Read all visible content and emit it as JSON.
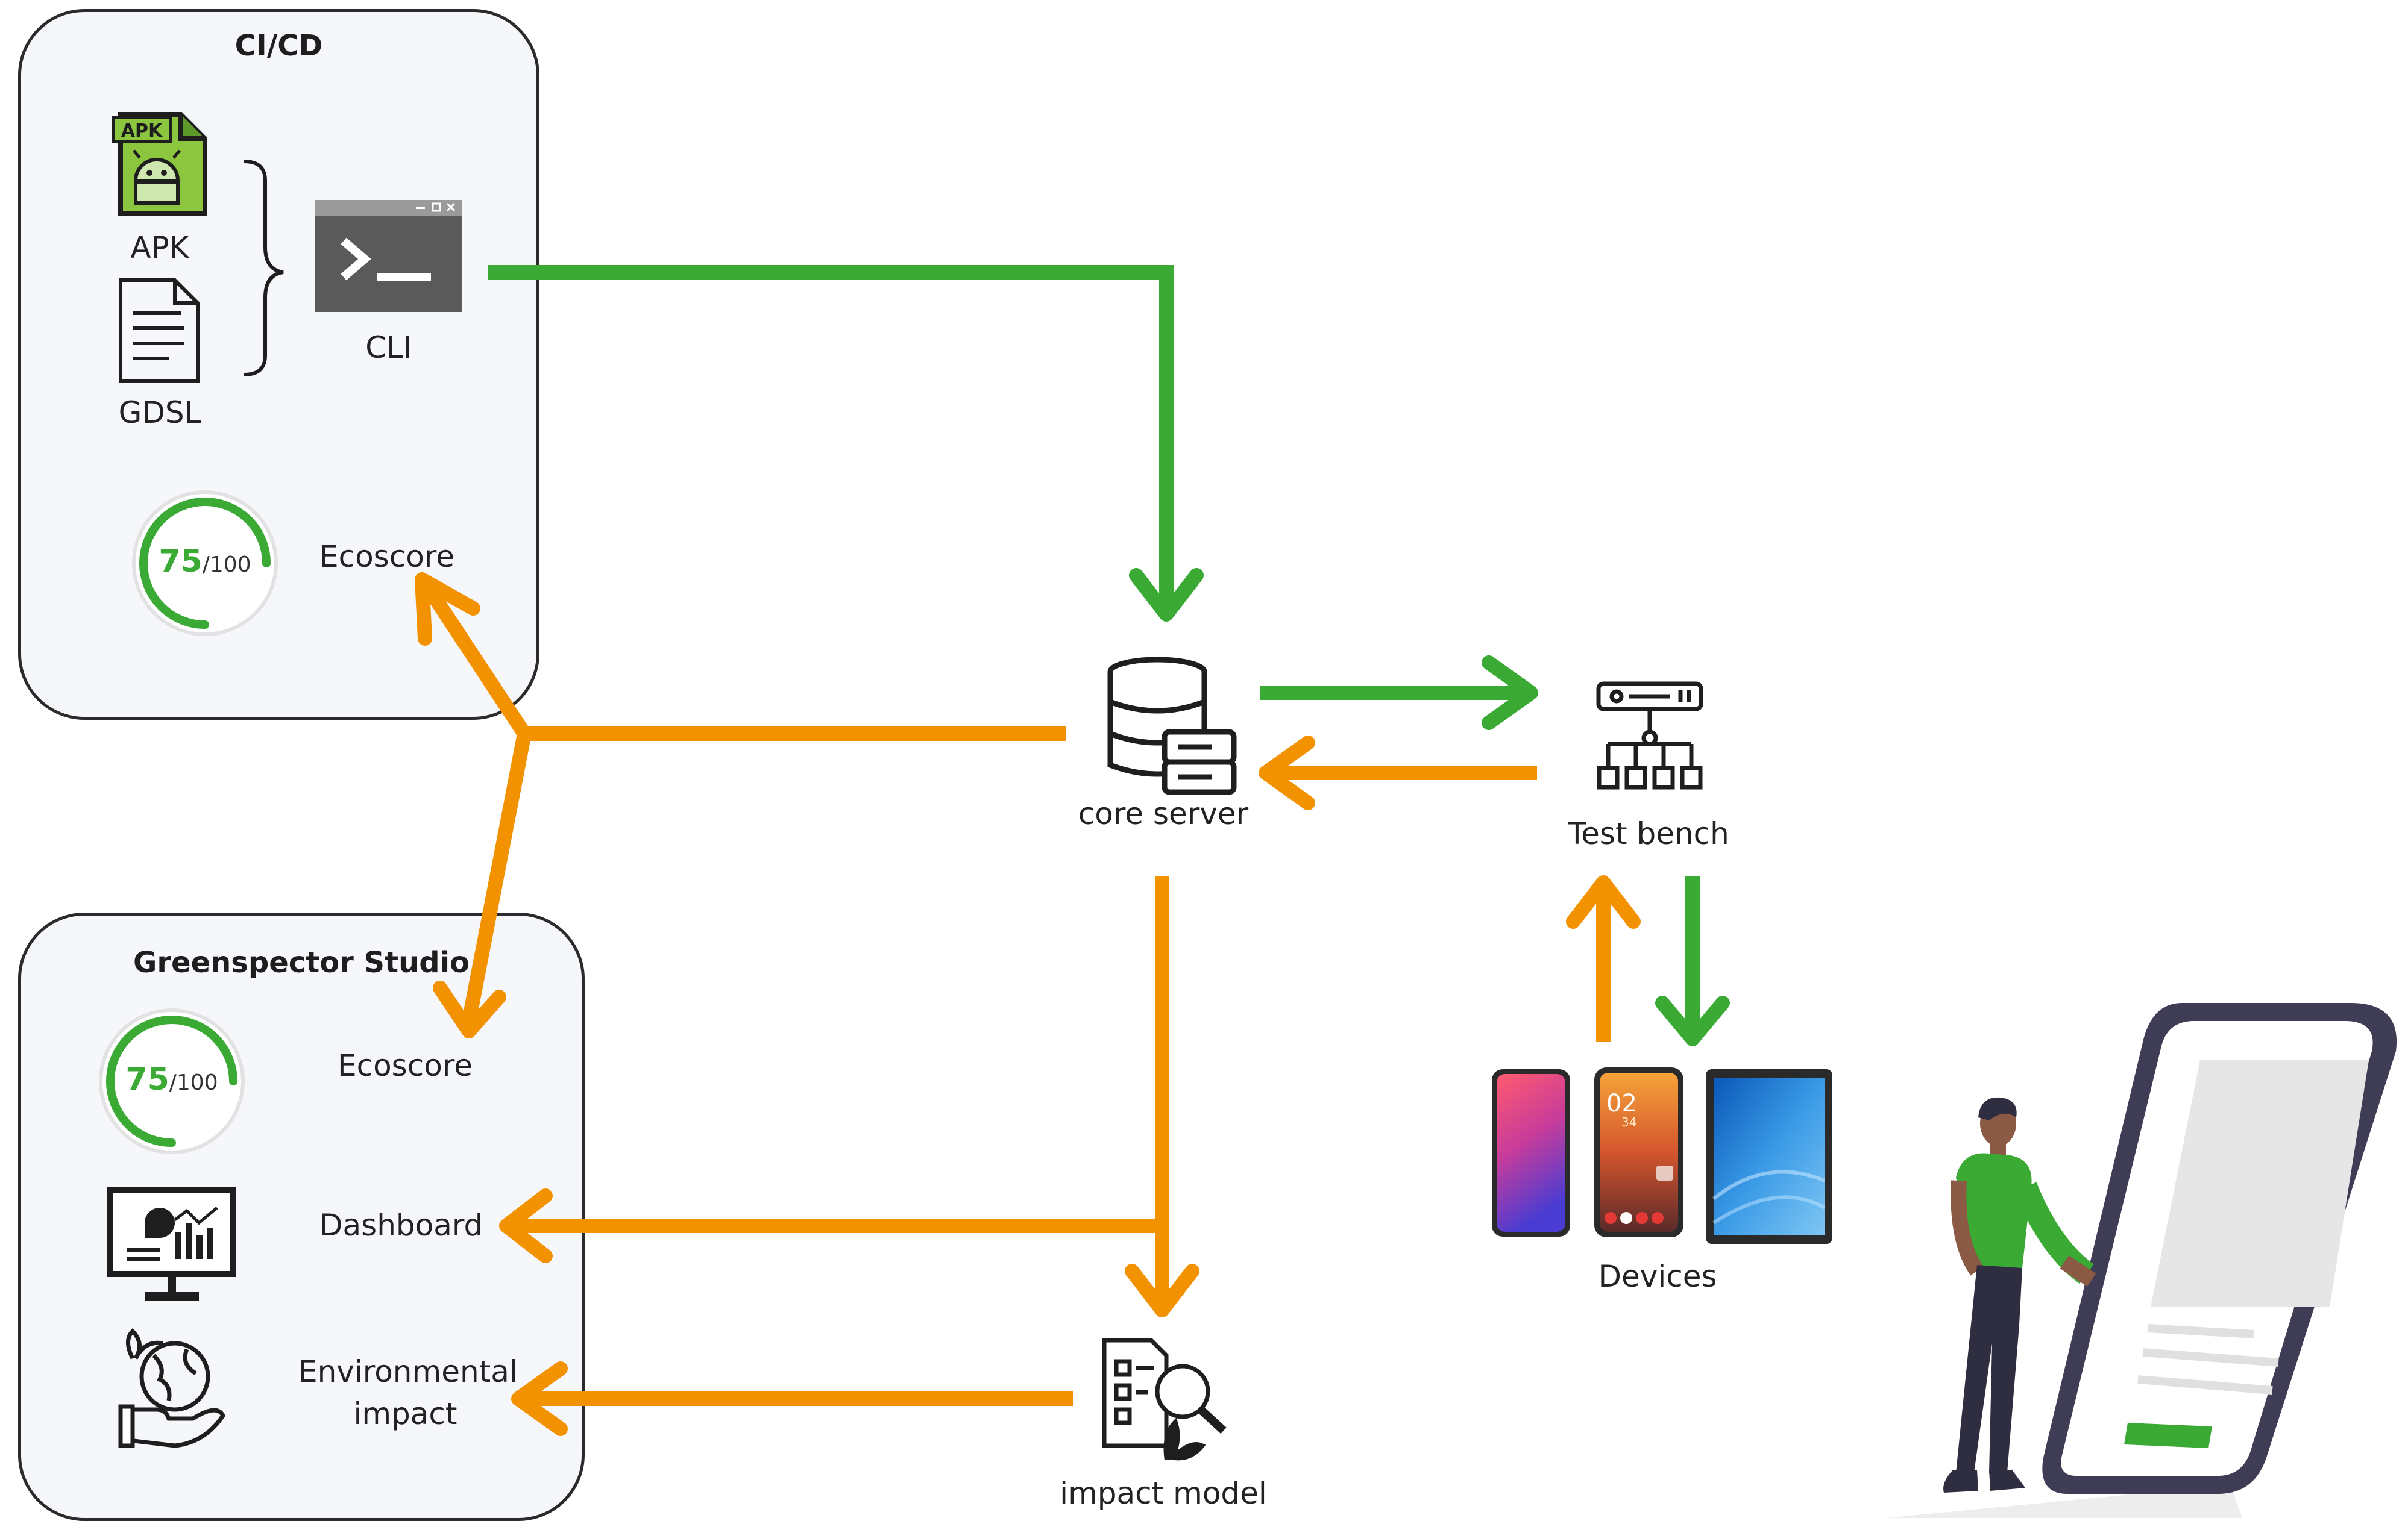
{
  "cicd": {
    "title": "CI/CD",
    "apk_badge": "APK",
    "apk_label": "APK",
    "gdsl_label": "GDSL",
    "cli_label": "CLI",
    "ecoscore_value": "75",
    "ecoscore_max": "/100",
    "ecoscore_fraction": 0.75,
    "ecoscore_label": "Ecoscore"
  },
  "studio": {
    "title": "Greenspector Studio",
    "ecoscore_value": "75",
    "ecoscore_max": "/100",
    "ecoscore_fraction": 0.75,
    "ecoscore_label": "Ecoscore",
    "dashboard_label": "Dashboard",
    "env_impact_label": "Environmental impact"
  },
  "nodes": {
    "core_server": "core server",
    "test_bench": "Test bench",
    "devices": "Devices",
    "impact_model": "impact model",
    "phone_time": "02",
    "phone_time_sub": "34"
  },
  "colors": {
    "green": "#3aaa35",
    "orange": "#f39200",
    "panel_bg": "#f6f7fb",
    "panel_border": "#2b2b2b",
    "accent_green": "#3aaa35"
  }
}
